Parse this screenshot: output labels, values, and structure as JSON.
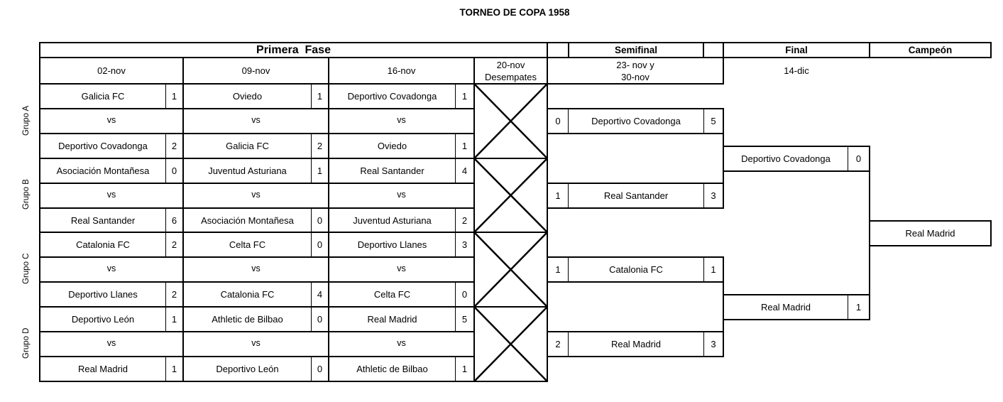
{
  "title": "TORNEO DE COPA 1958",
  "colors": {
    "line": "#000000",
    "background": "#ffffff",
    "text": "#000000"
  },
  "headers": {
    "primera_fase": "Primera  Fase",
    "semifinal": "Semifinal",
    "final": "Final",
    "campeon": "Campeón"
  },
  "round_dates": {
    "jornada1": "02-nov",
    "jornada2": "09-nov",
    "jornada3": "16-nov",
    "desempates": [
      "20-nov",
      "Desempates"
    ],
    "semifinal": [
      "23- nov y",
      "30-nov"
    ],
    "final": "14-dic"
  },
  "vs_label": "vs",
  "groups": [
    {
      "label": "Grupo A",
      "matches": [
        {
          "home": "Galicia FC",
          "home_score": "1",
          "away": "Deportivo Covadonga",
          "away_score": "2"
        },
        {
          "home": "Oviedo",
          "home_score": "1",
          "away": "Galicia FC",
          "away_score": "2"
        },
        {
          "home": "Deportivo Covadonga",
          "home_score": "1",
          "away": "Oviedo",
          "away_score": "1"
        }
      ]
    },
    {
      "label": "Grupo B",
      "matches": [
        {
          "home": "Asociación Montañesa",
          "home_score": "0",
          "away": "Real Santander",
          "away_score": "6"
        },
        {
          "home": "Juventud Asturiana",
          "home_score": "1",
          "away": "Asociación Montañesa",
          "away_score": "0"
        },
        {
          "home": "Real Santander",
          "home_score": "4",
          "away": "Juventud Asturiana",
          "away_score": "2"
        }
      ]
    },
    {
      "label": "Grupo C",
      "matches": [
        {
          "home": "Catalonia FC",
          "home_score": "2",
          "away": "Deportivo Llanes",
          "away_score": "2"
        },
        {
          "home": "Celta FC",
          "home_score": "0",
          "away": "Catalonia FC",
          "away_score": "4"
        },
        {
          "home": "Deportivo Llanes",
          "home_score": "3",
          "away": "Celta FC",
          "away_score": "0"
        }
      ]
    },
    {
      "label": "Grupo D",
      "matches": [
        {
          "home": "Deportivo León",
          "home_score": "1",
          "away": "Real Madrid",
          "away_score": "1"
        },
        {
          "home": "Athletic de Bilbao",
          "home_score": "0",
          "away": "Deportivo León",
          "away_score": "0"
        },
        {
          "home": "Real Madrid",
          "home_score": "5",
          "away": "Athletic de Bilbao",
          "away_score": "1"
        }
      ]
    }
  ],
  "semifinals": [
    {
      "score_left": "0",
      "team": "Deportivo Covadonga",
      "score_right": "5"
    },
    {
      "score_left": "1",
      "team": "Real Santander",
      "score_right": "3"
    },
    {
      "score_left": "1",
      "team": "Catalonia FC",
      "score_right": "1"
    },
    {
      "score_left": "2",
      "team": "Real Madrid",
      "score_right": "3"
    }
  ],
  "final_matches": [
    {
      "team": "Deportivo Covadonga",
      "score": "0"
    },
    {
      "team": "Real Madrid",
      "score": "1"
    }
  ],
  "champion": {
    "team": "Real Madrid"
  }
}
